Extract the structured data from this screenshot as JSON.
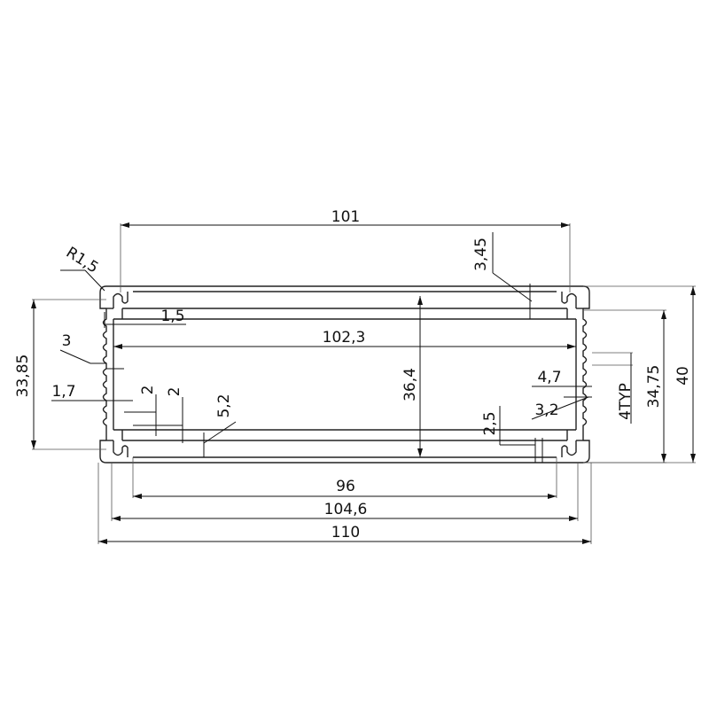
{
  "drawing": {
    "colors": {
      "line": "#222222",
      "dimension": "#111111",
      "background": "#ffffff"
    },
    "dimensions": {
      "top_width": "101",
      "radius": "R1,5",
      "slot_depth": "3,45",
      "wall_thickness": "1,5",
      "inner_width": "102,3",
      "fin_pitch": "3",
      "inner_height_left": "33,85",
      "fin_depth": "1,7",
      "rail_gap_a": "2",
      "rail_gap_b": "2",
      "rail_height": "5,2",
      "inner_height": "36,4",
      "groove_width": "4,7",
      "groove_depth": "3,2",
      "fin_spacing": "4TYP",
      "outer_height_right": "34,75",
      "total_height": "40",
      "slot_width": "2,5",
      "bottom_inner": "96",
      "bottom_mid": "104,6",
      "total_width": "110"
    }
  }
}
